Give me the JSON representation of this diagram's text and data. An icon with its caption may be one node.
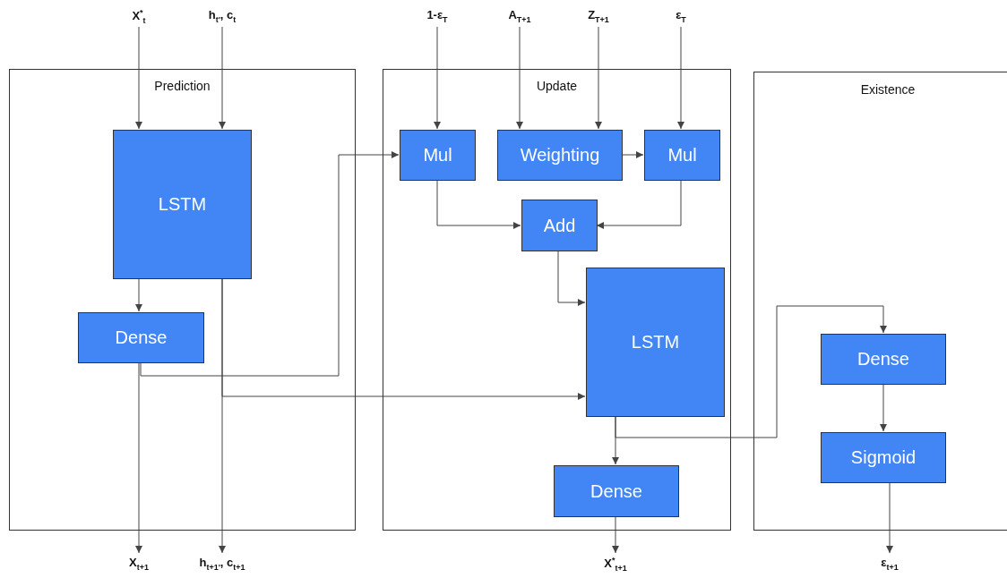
{
  "diagram": {
    "nodes": [
      {
        "text": [
          "Prediction"
        ]
      },
      {
        "text": [
          "LSTM"
        ],
        "in": 0
      },
      {
        "text": [
          "Dense"
        ],
        "in": 0
      },
      {
        "text": [
          "Update"
        ]
      },
      {
        "text": [
          "Mul"
        ],
        "in": 3
      },
      {
        "text": [
          "Weighting"
        ],
        "in": 3
      },
      {
        "text": [
          "Mul"
        ],
        "in": 3
      },
      {
        "text": [
          "Add"
        ],
        "in": 3
      },
      {
        "text": [
          "LSTM"
        ],
        "in": 3
      },
      {
        "text": [
          "Dense"
        ],
        "in": 3
      },
      {
        "text": [
          "Existence"
        ]
      },
      {
        "text": [
          "Dense"
        ],
        "in": 10
      },
      {
        "text": [
          "Sigmoid"
        ],
        "in": 10
      },
      {
        "text": [
          "X$^{*}$$_{t}$"
        ]
      },
      {
        "text": [
          "h$_{t'}$, c$_{t}$"
        ]
      },
      {
        "text": [
          "1-ε$_{T}$"
        ]
      },
      {
        "text": [
          "A$_{T+1}$"
        ]
      },
      {
        "text": [
          "Z$_{T+1}$"
        ]
      },
      {
        "text": [
          "ε$_{T}$"
        ]
      },
      {
        "text": [
          "X$_{t+1}$"
        ]
      },
      {
        "text": [
          "h$_{t+1'}$, c$_{t+1}$"
        ]
      },
      {
        "text": [
          "X$^{*}$$_{t+1}$"
        ]
      },
      {
        "text": [
          "ε$_{t+1}$"
        ]
      }
    ],
    "edges": [
      {
        "from": 13,
        "to": 1,
        "arrow": "to"
      },
      {
        "from": 14,
        "to": 1,
        "arrow": "to"
      },
      {
        "from": 1,
        "to": 2,
        "arrow": "to"
      },
      {
        "from": 2,
        "to": 19,
        "arrow": "to"
      },
      {
        "from": 1,
        "to": 20,
        "arrow": "to"
      },
      {
        "from": 2,
        "to": 4,
        "arrow": "to"
      },
      {
        "from": 1,
        "to": 8,
        "arrow": "to"
      },
      {
        "from": 15,
        "to": 4,
        "arrow": "to"
      },
      {
        "from": 16,
        "to": 5,
        "arrow": "to"
      },
      {
        "from": 17,
        "to": 5,
        "arrow": "to"
      },
      {
        "from": 18,
        "to": 6,
        "arrow": "to"
      },
      {
        "from": 5,
        "to": 6,
        "arrow": "to"
      },
      {
        "from": 4,
        "to": 7,
        "arrow": "to"
      },
      {
        "from": 6,
        "to": 7,
        "arrow": "to"
      },
      {
        "from": 7,
        "to": 8,
        "arrow": "to"
      },
      {
        "from": 8,
        "to": 9,
        "arrow": "to"
      },
      {
        "from": 8,
        "to": 11,
        "arrow": "to"
      },
      {
        "from": 9,
        "to": 21,
        "arrow": "to"
      },
      {
        "from": 11,
        "to": 12,
        "arrow": "to"
      },
      {
        "from": 12,
        "to": 22,
        "arrow": "to"
      }
    ]
  }
}
